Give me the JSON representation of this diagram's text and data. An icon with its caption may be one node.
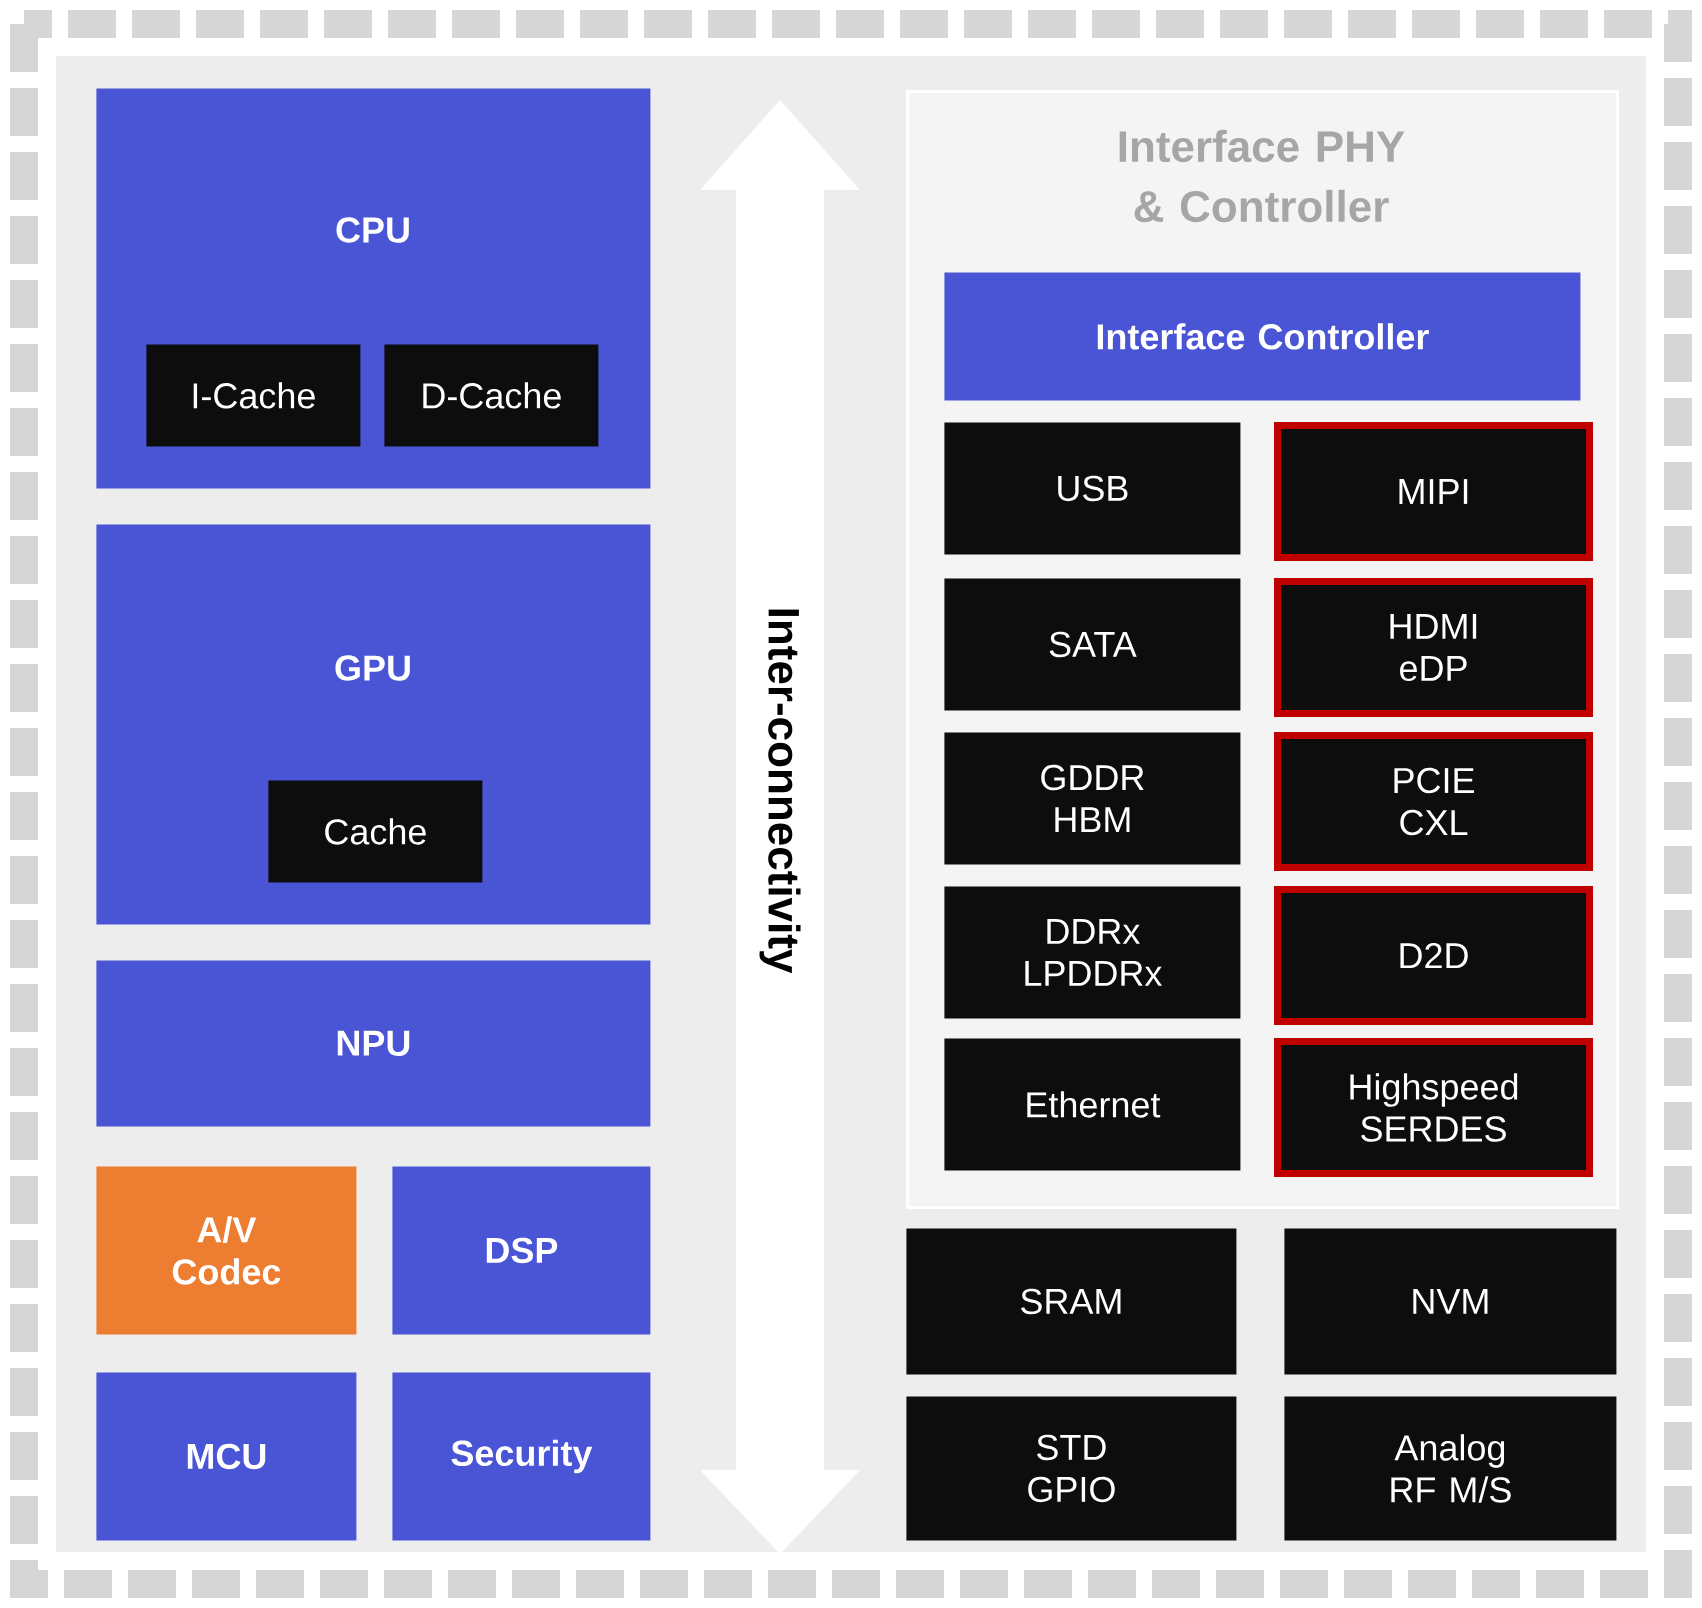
{
  "diagram": {
    "nodes": [
      {
        "text": [
          "CPU"
        ]
      },
      {
        "text": [
          "I-Cache"
        ],
        "in": 0
      },
      {
        "text": [
          "D-Cache"
        ],
        "in": 0
      },
      {
        "text": [
          "GPU"
        ]
      },
      {
        "text": [
          "Cache"
        ],
        "in": 3
      },
      {
        "text": [
          "NPU"
        ]
      },
      {
        "text": [
          "A/V Codec"
        ]
      },
      {
        "text": [
          "DSP"
        ]
      },
      {
        "text": [
          "MCU"
        ]
      },
      {
        "text": [
          "Security"
        ]
      },
      {
        "text": [
          "Interface PHY & Controller"
        ]
      },
      {
        "text": [
          "Interface Controller"
        ],
        "in": 10
      },
      {
        "text": [
          "USB"
        ],
        "in": 10
      },
      {
        "text": [
          "MIPI"
        ],
        "in": 10
      },
      {
        "text": [
          "SATA"
        ],
        "in": 10
      },
      {
        "text": [
          "HDMI eDP"
        ],
        "in": 10
      },
      {
        "text": [
          "GDDR HBM"
        ],
        "in": 10
      },
      {
        "text": [
          "PCIE CXL"
        ],
        "in": 10
      },
      {
        "text": [
          "DDRx LPDDRx"
        ],
        "in": 10
      },
      {
        "text": [
          "D2D"
        ],
        "in": 10
      },
      {
        "text": [
          "Ethernet"
        ],
        "in": 10
      },
      {
        "text": [
          "Highspeed SERDES"
        ],
        "in": 10
      },
      {
        "text": [
          "SRAM"
        ]
      },
      {
        "text": [
          "NVM"
        ]
      },
      {
        "text": [
          "STD GPIO"
        ]
      },
      {
        "text": [
          "Analog RF M/S"
        ]
      }
    ],
    "labels": [
      "Inter-connectivity"
    ]
  }
}
